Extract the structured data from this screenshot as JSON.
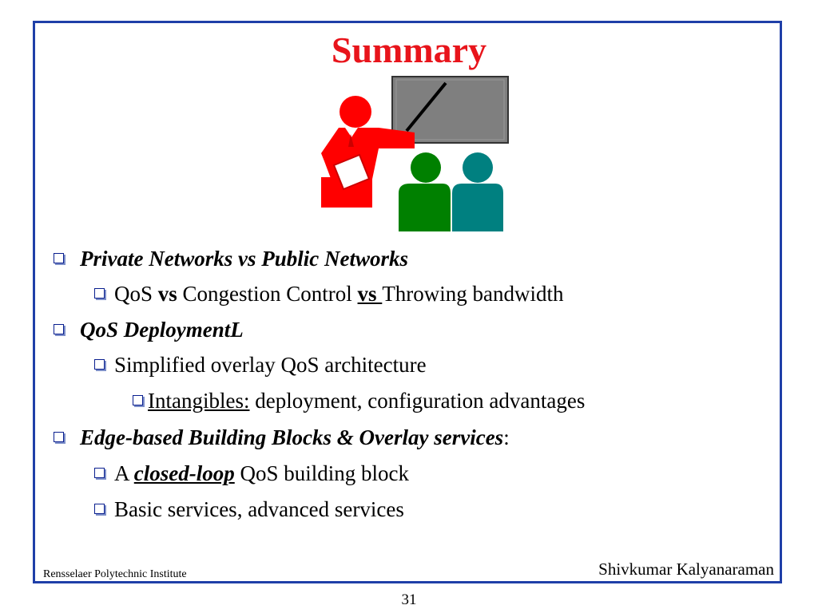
{
  "slide": {
    "title": "Summary",
    "bullets": [
      {
        "text": "Private Networks vs Public Networks"
      },
      {
        "parts": [
          "QoS ",
          "vs",
          " Congestion Control ",
          "vs ",
          "Throwing bandwidth"
        ]
      },
      {
        "text": "QoS DeploymentL"
      },
      {
        "text": "Simplified overlay QoS architecture"
      },
      {
        "parts": [
          "Intangibles:",
          " deployment, configuration advantages"
        ]
      },
      {
        "parts": [
          "Edge-based Building Blocks & Overlay services",
          ":"
        ]
      },
      {
        "parts": [
          "A ",
          "closed-loop",
          " QoS building block"
        ]
      },
      {
        "text": "Basic services, advanced services"
      }
    ],
    "footer_left": "Rensselaer Polytechnic Institute",
    "footer_right": "Shivkumar Kalyanaraman",
    "page_number": "31"
  },
  "colors": {
    "title": "#e8141b",
    "frame": "#1f3fa8",
    "presenter": "#ff0000",
    "board": "#7f7f7f",
    "audience_green": "#008000",
    "audience_teal": "#008080"
  },
  "icons": [
    "presenter-clipart",
    "square-bullet-icon"
  ]
}
